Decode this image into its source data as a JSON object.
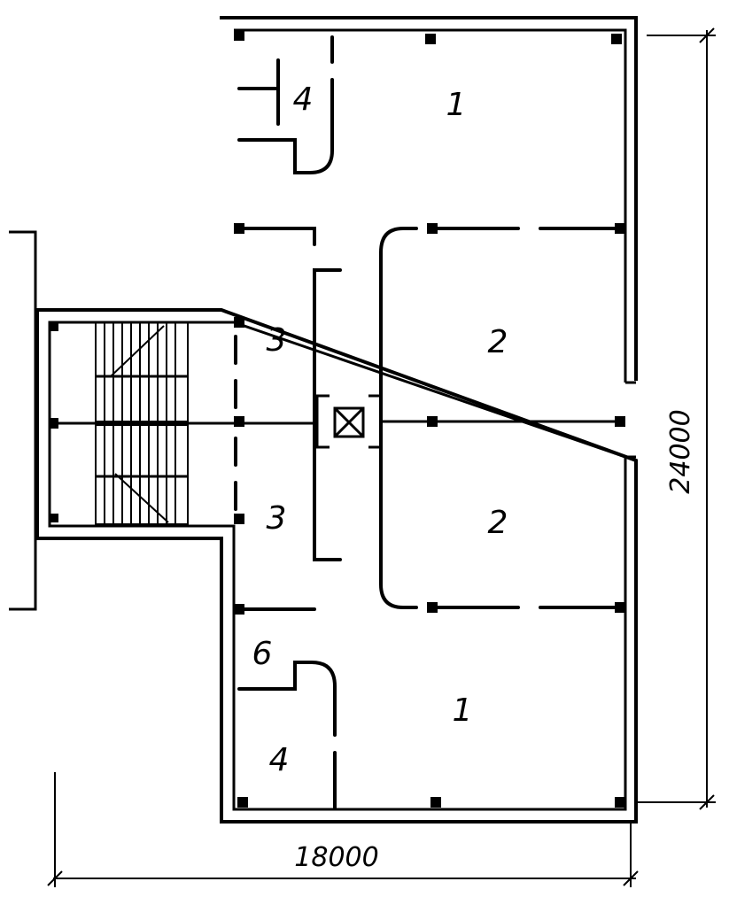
{
  "room_labels": {
    "room_1_top": "1",
    "room_4_top": "4",
    "room_2_upper": "2",
    "room_3_upper": "3",
    "room_3_lower": "3",
    "room_2_lower": "2",
    "room_6": "6",
    "room_1_bottom": "1",
    "room_4_bottom": "4"
  },
  "dimensions": {
    "width": "18000",
    "height": "24000"
  }
}
